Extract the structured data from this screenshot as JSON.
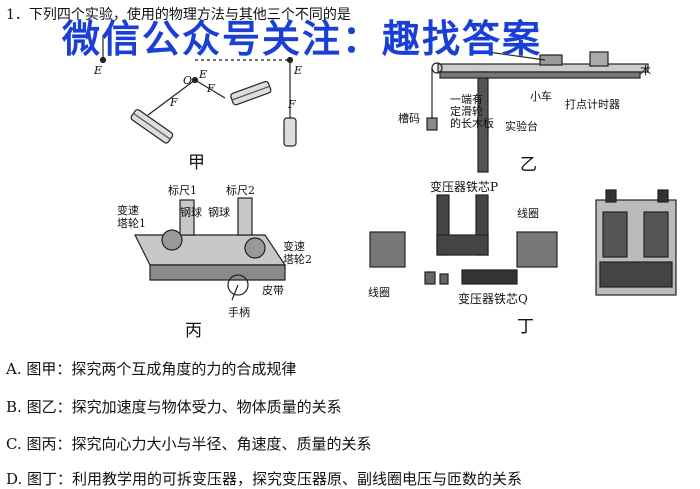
{
  "question": {
    "text": "1．下列四个实验，使用的物理方法与其他三个不同的是"
  },
  "watermark": {
    "text": "微信公众号关注：趣找答案"
  },
  "figures": {
    "jia": {
      "caption": "甲",
      "labels": {
        "E1": "E",
        "O": "O",
        "E2": "E",
        "E3": "E",
        "F": "F",
        "F1": "F",
        "F2": "F"
      }
    },
    "yi": {
      "caption": "乙",
      "labels": {
        "cart": "小车",
        "timer": "打点计时器",
        "board": "一端有\n定滑轮\n的长木板",
        "weight": "槽码",
        "table": "实验台",
        "block": "木"
      }
    },
    "bing": {
      "caption": "丙",
      "labels": {
        "ruler1": "标尺1",
        "ruler2": "标尺2",
        "ball1": "钢球",
        "ball2": "钢球",
        "wheel1": "变速\n塔轮1",
        "wheel2": "变速\n塔轮2",
        "belt": "皮带",
        "handle": "手柄"
      }
    },
    "ding": {
      "caption": "丁",
      "labels": {
        "coreP": "变压器铁芯P",
        "coil1": "线圈",
        "coil2": "线圈",
        "coreQ": "变压器铁芯Q"
      }
    }
  },
  "options": [
    {
      "letter": "A.",
      "text": "图甲：探究两个互成角度的力的合成规律"
    },
    {
      "letter": "B.",
      "text": "图乙：探究加速度与物体受力、物体质量的关系"
    },
    {
      "letter": "C.",
      "text": "图丙：探究向心力大小与半径、角速度、质量的关系"
    },
    {
      "letter": "D.",
      "text": "图丁：利用教学用的可拆变压器，探究变压器原、副线圈电压与匝数的关系"
    }
  ]
}
